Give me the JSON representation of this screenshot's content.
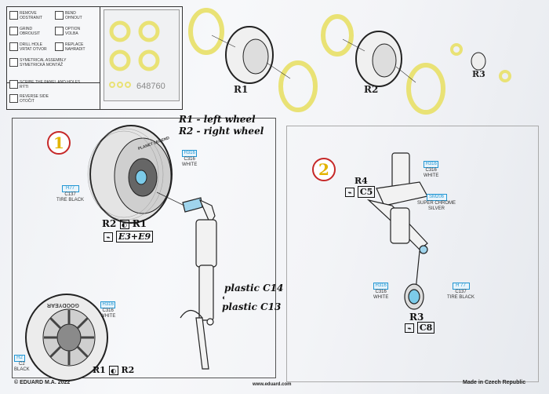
{
  "page": {
    "ref_code": "648760",
    "footer_left": "© EDUARD  M.A. 2022",
    "footer_center": "www.eduard.com",
    "footer_right": "Made in Czech Republic"
  },
  "legend": {
    "items": [
      {
        "icon": "remove-icon",
        "line1": "REMOVE",
        "line2": "ODSTRANIT"
      },
      {
        "icon": "bend-icon",
        "line1": "BEND",
        "line2": "OHNOUT"
      },
      {
        "icon": "grind-icon",
        "line1": "GRIND",
        "line2": "OBROUSIT"
      },
      {
        "icon": "option-icon",
        "line1": "OPTION",
        "line2": "VOLBA"
      },
      {
        "icon": "drill-icon",
        "line1": "DRILL HOLE",
        "line2": "VRTAT OTVOR"
      },
      {
        "icon": "replace-icon",
        "line1": "REPLACE",
        "line2": "NAHRADIT"
      },
      {
        "icon": "symmetry-icon",
        "line1": "SYMETRICAL ASSEMBLY",
        "line2": "SYMETRICKÁ MONTÁŽ"
      },
      {
        "icon": "score-icon",
        "line1": "SCRIBE THE PANEL AND HOLES",
        "line2": "RÝTI"
      },
      {
        "icon": "reverse-icon",
        "line1": "REVERSE SIDE",
        "line2": "OTOČIT"
      }
    ]
  },
  "top": {
    "r1": "R1",
    "r2": "R2",
    "r3": "R3"
  },
  "step1": {
    "number": "1",
    "caption_left": "R1 - left wheel",
    "caption_right": "R2 - right wheel",
    "hub_badge": {
      "code": "H316",
      "name": "C316",
      "color": "WHITE"
    },
    "tire_badge": {
      "code": "H77",
      "name": "C137",
      "color": "TIRE BLACK"
    },
    "part_r2": "R2",
    "part_r1": "R1",
    "glue_parts": "E3+E9",
    "strut_label1": "plastic C14",
    "strut_label2": "plastic C13",
    "tire_text": "PLANET LEGEND",
    "inset_hub_badge": {
      "code": "H316",
      "name": "C316",
      "color": "WHITE"
    },
    "inset_tire_badge": {
      "code": "H2",
      "name": "C2",
      "color": "BLACK"
    },
    "inset_brand": "GOODYEAR",
    "inset_r1": "R1",
    "inset_r2": "R2"
  },
  "step2": {
    "number": "2",
    "r4": "R4",
    "c5": "C5",
    "top_badge": {
      "code": "H316",
      "name": "C316",
      "color": "WHITE"
    },
    "mid_badge": {
      "code": "SM206",
      "name": "SUPER CHROME",
      "color": "SILVER"
    },
    "white_badge": {
      "code": "H316",
      "name": "C316",
      "color": "WHITE"
    },
    "black_badge": {
      "code": "H 77",
      "name": "C137",
      "color": "TIRE BLACK"
    },
    "r3": "R3",
    "c8": "C8"
  }
}
